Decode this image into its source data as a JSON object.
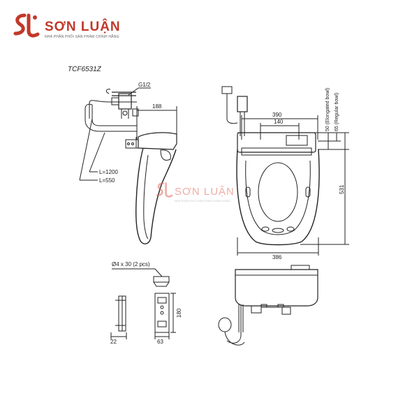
{
  "brand": {
    "name": "SƠN LUẬN",
    "tagline": "NHÀ PHÂN PHỐI SẢN PHẨM CHÍNH HÃNG",
    "color": "#c0392b"
  },
  "model": "TCF6531Z",
  "labels": {
    "g12": "G1/2",
    "d188": "188",
    "l1200": "L=1200",
    "l550": "L=550",
    "d390": "390",
    "d140": "140",
    "elongated": "50 (Elongated bowl)",
    "regular": "65 (Regular bowl)",
    "d531": "531",
    "d386": "386",
    "screw": "Ø4 x 30 (2 pcs)",
    "d180": "180",
    "d22": "22",
    "d63": "63"
  }
}
